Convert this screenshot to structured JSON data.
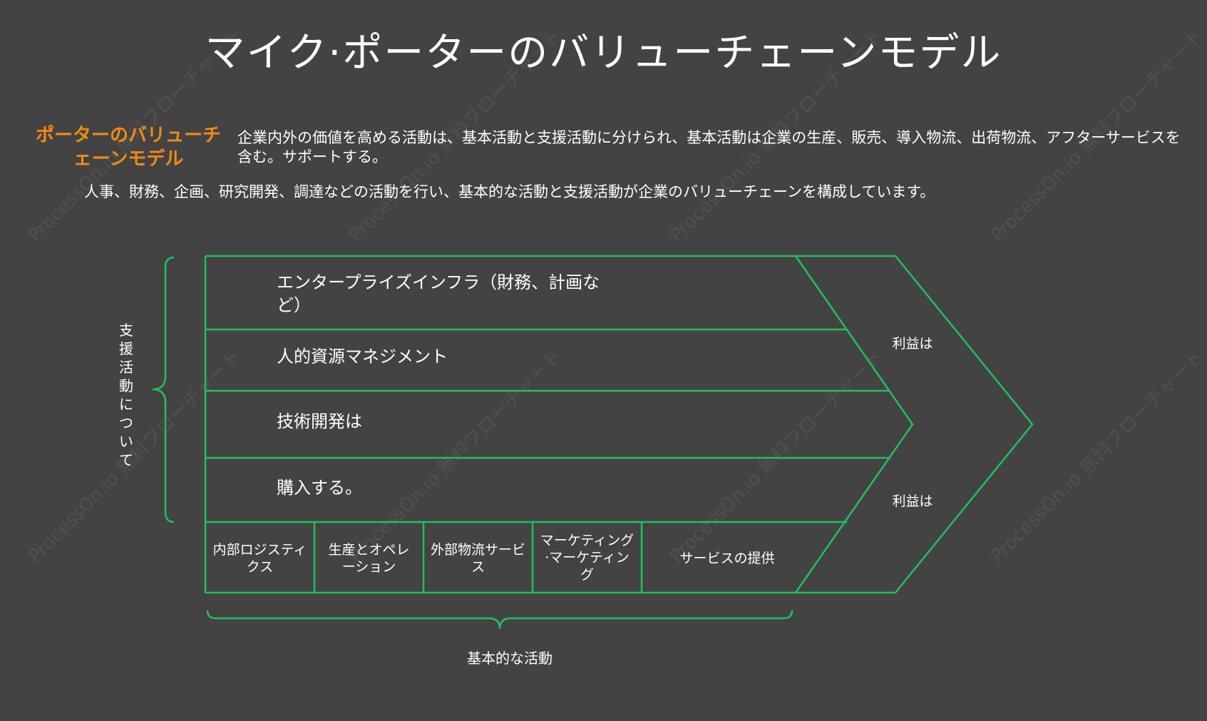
{
  "title": "マイク·ポーターのバリューチェーンモデル",
  "intro": {
    "heading": "ポーターのバリューチェーンモデル",
    "text_line1": "企業内外の価値を高める活動は、基本活動と支援活動に分けられ、基本活動は企業の生産、販売、導入物流、出荷物流、アフターサービスを含む。サポートする。",
    "text_line2": "人事、財務、企画、研究開発、調達などの活動を行い、基本的な活動と支援活動が企業のバリューチェーンを構成しています。"
  },
  "support": {
    "label": "支援活動について",
    "rows": [
      "エンタープライズインフラ（財務、計画など）",
      "人的資源マネジメント",
      "技術開発は",
      "購入する。"
    ]
  },
  "primary": {
    "label": "基本的な活動",
    "cells": [
      "内部ロジスティクス",
      "生産とオペレーション",
      "外部物流サービス",
      "マーケティング·マーケティング",
      "サービスの提供"
    ]
  },
  "margin": {
    "top": "利益は",
    "bottom": "利益は"
  },
  "watermark": "ProcessOn.io 無料フローチャート",
  "colors": {
    "background": "#434343",
    "line": "#1fc15a",
    "accent": "#f08a13",
    "text": "#ffffff"
  }
}
